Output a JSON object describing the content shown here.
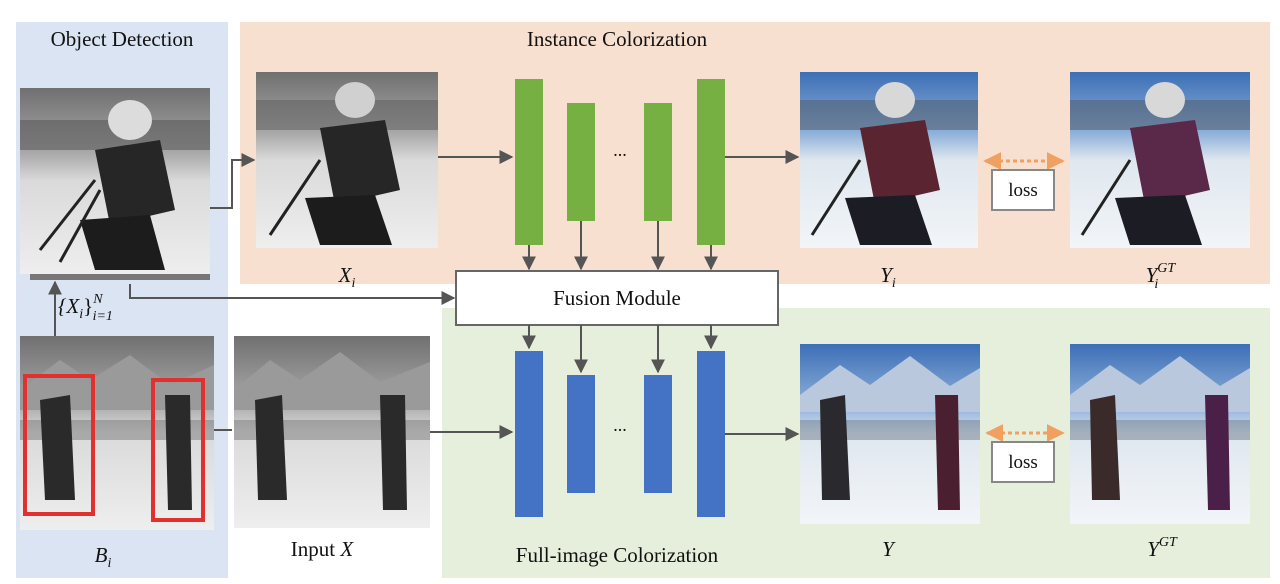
{
  "sections": {
    "object_detection": "Object Detection",
    "instance_colorization": "Instance Colorization",
    "full_image_colorization": "Full-image Colorization",
    "fusion_module": "Fusion Module"
  },
  "labels": {
    "xi": "X",
    "xi_sub": "i",
    "yi": "Y",
    "yi_sub": "i",
    "yi_gt": "Y",
    "yi_gt_sup": "GT",
    "yi_gt_sub": "i",
    "y": "Y",
    "y_gt": "Y",
    "y_gt_sup": "GT",
    "bi": "B",
    "bi_sub": "i",
    "input_x_word": "Input",
    "input_x_var": "X",
    "set_open": "{X",
    "set_sub_i": "i",
    "set_close": "}",
    "set_sup": "N",
    "set_sub": "i=1",
    "loss_top": "loss",
    "loss_bottom": "loss",
    "ellipsis_top": "...",
    "ellipsis_bottom": "..."
  },
  "colors": {
    "detection_panel": "#dbe4f3",
    "instance_panel": "#f8e0d0",
    "full_panel": "#e5efdc",
    "green_block": "#76b043",
    "blue_block": "#4472c4",
    "loss_arrow": "#f0a060",
    "bbox": "#e03030"
  }
}
